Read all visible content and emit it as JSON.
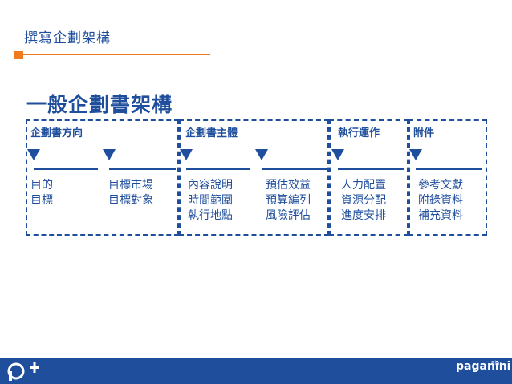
{
  "header": {
    "title": "撰寫企劃架構"
  },
  "main": {
    "section_title": "一般企劃書架構",
    "groups": [
      {
        "label": "企劃書方向",
        "items": [
          "目的\n目標",
          "目標市場\n目標對象"
        ]
      },
      {
        "label": "企劃書主體",
        "items": [
          "內容說明\n時間範圍\n執行地點",
          "預估效益\n預算編列\n風險評估"
        ]
      },
      {
        "label": "執行運作",
        "items": [
          "人力配置\n資源分配\n進度安排"
        ]
      },
      {
        "label": "附件",
        "items": [
          "參考文獻\n附錄資料\n補充資料"
        ]
      }
    ]
  },
  "footer": {
    "brand": "paganini",
    "brand_tag": "Plus"
  },
  "colors": {
    "primary": "#1f4e9c",
    "accent": "#f07a1e"
  }
}
